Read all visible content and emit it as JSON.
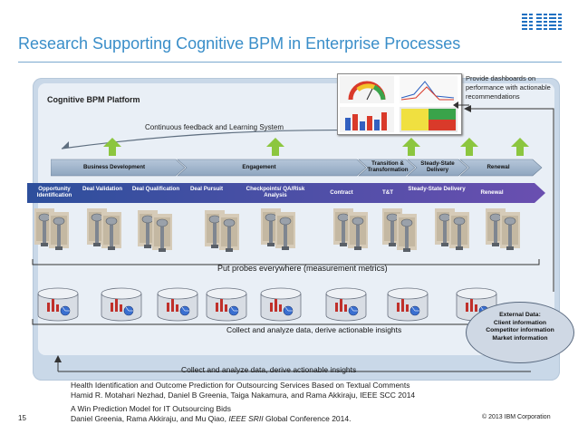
{
  "title": "Research Supporting Cognitive BPM in Enterprise Processes",
  "logo_text": "IBM",
  "platform_label": "Cognitive BPM Platform",
  "feedback_label": "Continuous feedback and Learning System",
  "dashboard_text": "Provide dashboards on performance with actionable recommendations",
  "phases": [
    "Business Development",
    "Engagement",
    "Transition & Transformation",
    "Steady-State Delivery",
    "Renewal"
  ],
  "steps": [
    "Opportunity Identification",
    "Deal Validation",
    "Deal Qualification",
    "Deal Pursuit",
    "Checkpoints/ QA/Risk Analysis",
    "Contract",
    "T&T",
    "Steady-State Delivery",
    "Renewal"
  ],
  "probes_label": "Put probes everywhere (measurement metrics)",
  "collect_label_1": "Collect and analyze data, derive actionable insights",
  "collect_label_2": "Collect and analyze data, derive actionable insights",
  "external_data": {
    "title": "External Data:",
    "items": [
      "Client information",
      "Competitor information",
      "Market information"
    ]
  },
  "references": [
    {
      "line1": "Health Identification and Outcome Prediction for Outsourcing Services Based on Textual Comments",
      "line2": "Hamid R. Motahari Nezhad, Daniel B Greenia, Taiga Nakamura, and Rama Akkiraju, IEEE SCC 2014"
    },
    {
      "line1": "A Win Prediction Model for IT Outsourcing Bids",
      "line2_pre": "Daniel Greenia, Rama Akkiraju, and Mu Qiao, ",
      "line2_em": "IEEE SRII",
      "line2_post": " Global Conference 2014."
    }
  ],
  "page_number": "15",
  "copyright": "© 2013 IBM Corporation",
  "colors": {
    "title": "#3a8ec9",
    "accent_blue": "#1f4e9a",
    "arrow_green": "#8cc63f",
    "step_bar": "#3b5fa8"
  }
}
